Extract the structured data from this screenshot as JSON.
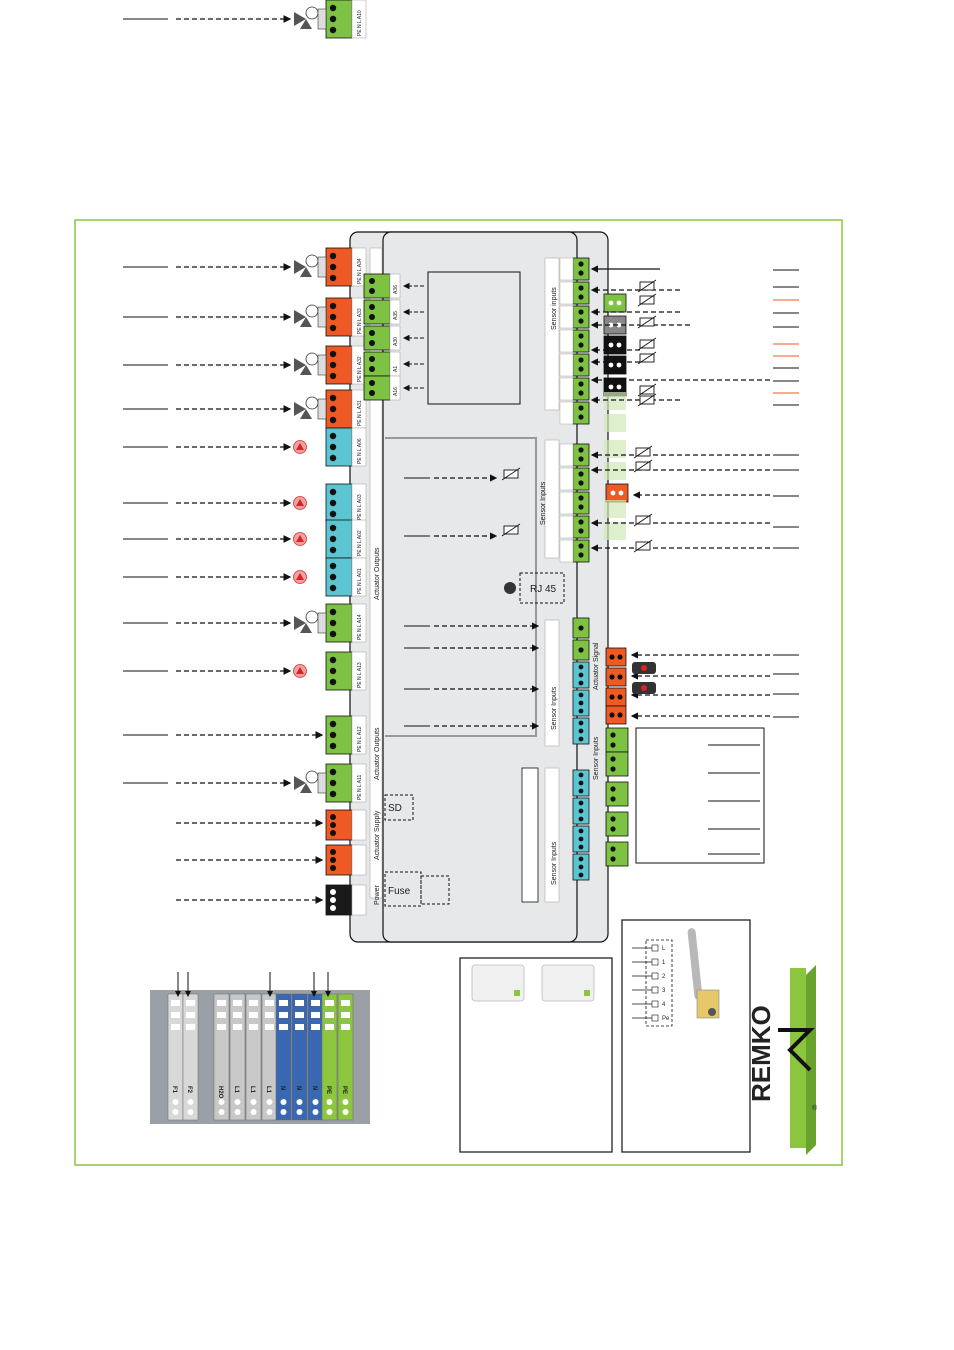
{
  "brand": {
    "name": "REMKO",
    "registered_mark": "®",
    "accent_color": "#8cc63f"
  },
  "colors": {
    "frame": "#8cc63f",
    "terminal_orange": "#ef5a24",
    "terminal_green": "#7dc242",
    "terminal_blue": "#5bc5d1",
    "terminal_black": "#1a1a1a",
    "controller_body": "#e6e8e9",
    "terminal_strip_blue": "#3a67b1"
  },
  "controller": {
    "rj45_label": "RJ 45",
    "sd_label": "SD",
    "fuse_label": "Fuse",
    "section_labels": {
      "actuator_outputs_top": "Actuator Outputs",
      "actuator_outputs_bottom": "Actuator Outputs",
      "actuator_supply": "Actuator Supply",
      "power": "Power",
      "sensor_inputs_top": "Sensor inputs",
      "sensor_inputs_mid": "Sensor Inputs",
      "sensor_inputs_lower": "Sensor Inputs",
      "sensor_inputs_left": "Sensor Inputs",
      "sensor_inputs_bottom_right": "Sensor Inputs",
      "actuator_signal": "Actuator Signal"
    }
  },
  "left_terminals": [
    {
      "id": "A34",
      "color": "orange",
      "device": "valve"
    },
    {
      "id": "A33",
      "color": "orange",
      "device": "valve"
    },
    {
      "id": "A32",
      "color": "orange",
      "device": "valve"
    },
    {
      "id": "A31",
      "color": "orange",
      "device": "valve"
    },
    {
      "id": "A06",
      "color": "blue",
      "device": "pump"
    },
    {
      "id": "A03",
      "color": "blue",
      "device": "pump"
    },
    {
      "id": "A02",
      "color": "blue",
      "device": "pump"
    },
    {
      "id": "A01",
      "color": "blue",
      "device": "pump"
    },
    {
      "id": "A14",
      "color": "green",
      "device": "valve"
    },
    {
      "id": "A13",
      "color": "green",
      "device": "pump"
    },
    {
      "id": "A12",
      "color": "green",
      "device": "none"
    },
    {
      "id": "A11",
      "color": "green",
      "device": "valve"
    },
    {
      "id": "A10",
      "color": "green",
      "device": "valve"
    }
  ],
  "inner_terminals": [
    "A36",
    "A35",
    "A30",
    "A1",
    "A16"
  ],
  "terminal_pin_labels": [
    "PE",
    "N",
    "L"
  ],
  "strip": {
    "labels": [
      "F1",
      "F2",
      "H2O",
      "L1",
      "L1",
      "L1",
      "N",
      "N",
      "N",
      "PE",
      "PE"
    ]
  },
  "probe_pins": [
    "L",
    "1",
    "2",
    "3",
    "4",
    "Pe"
  ]
}
